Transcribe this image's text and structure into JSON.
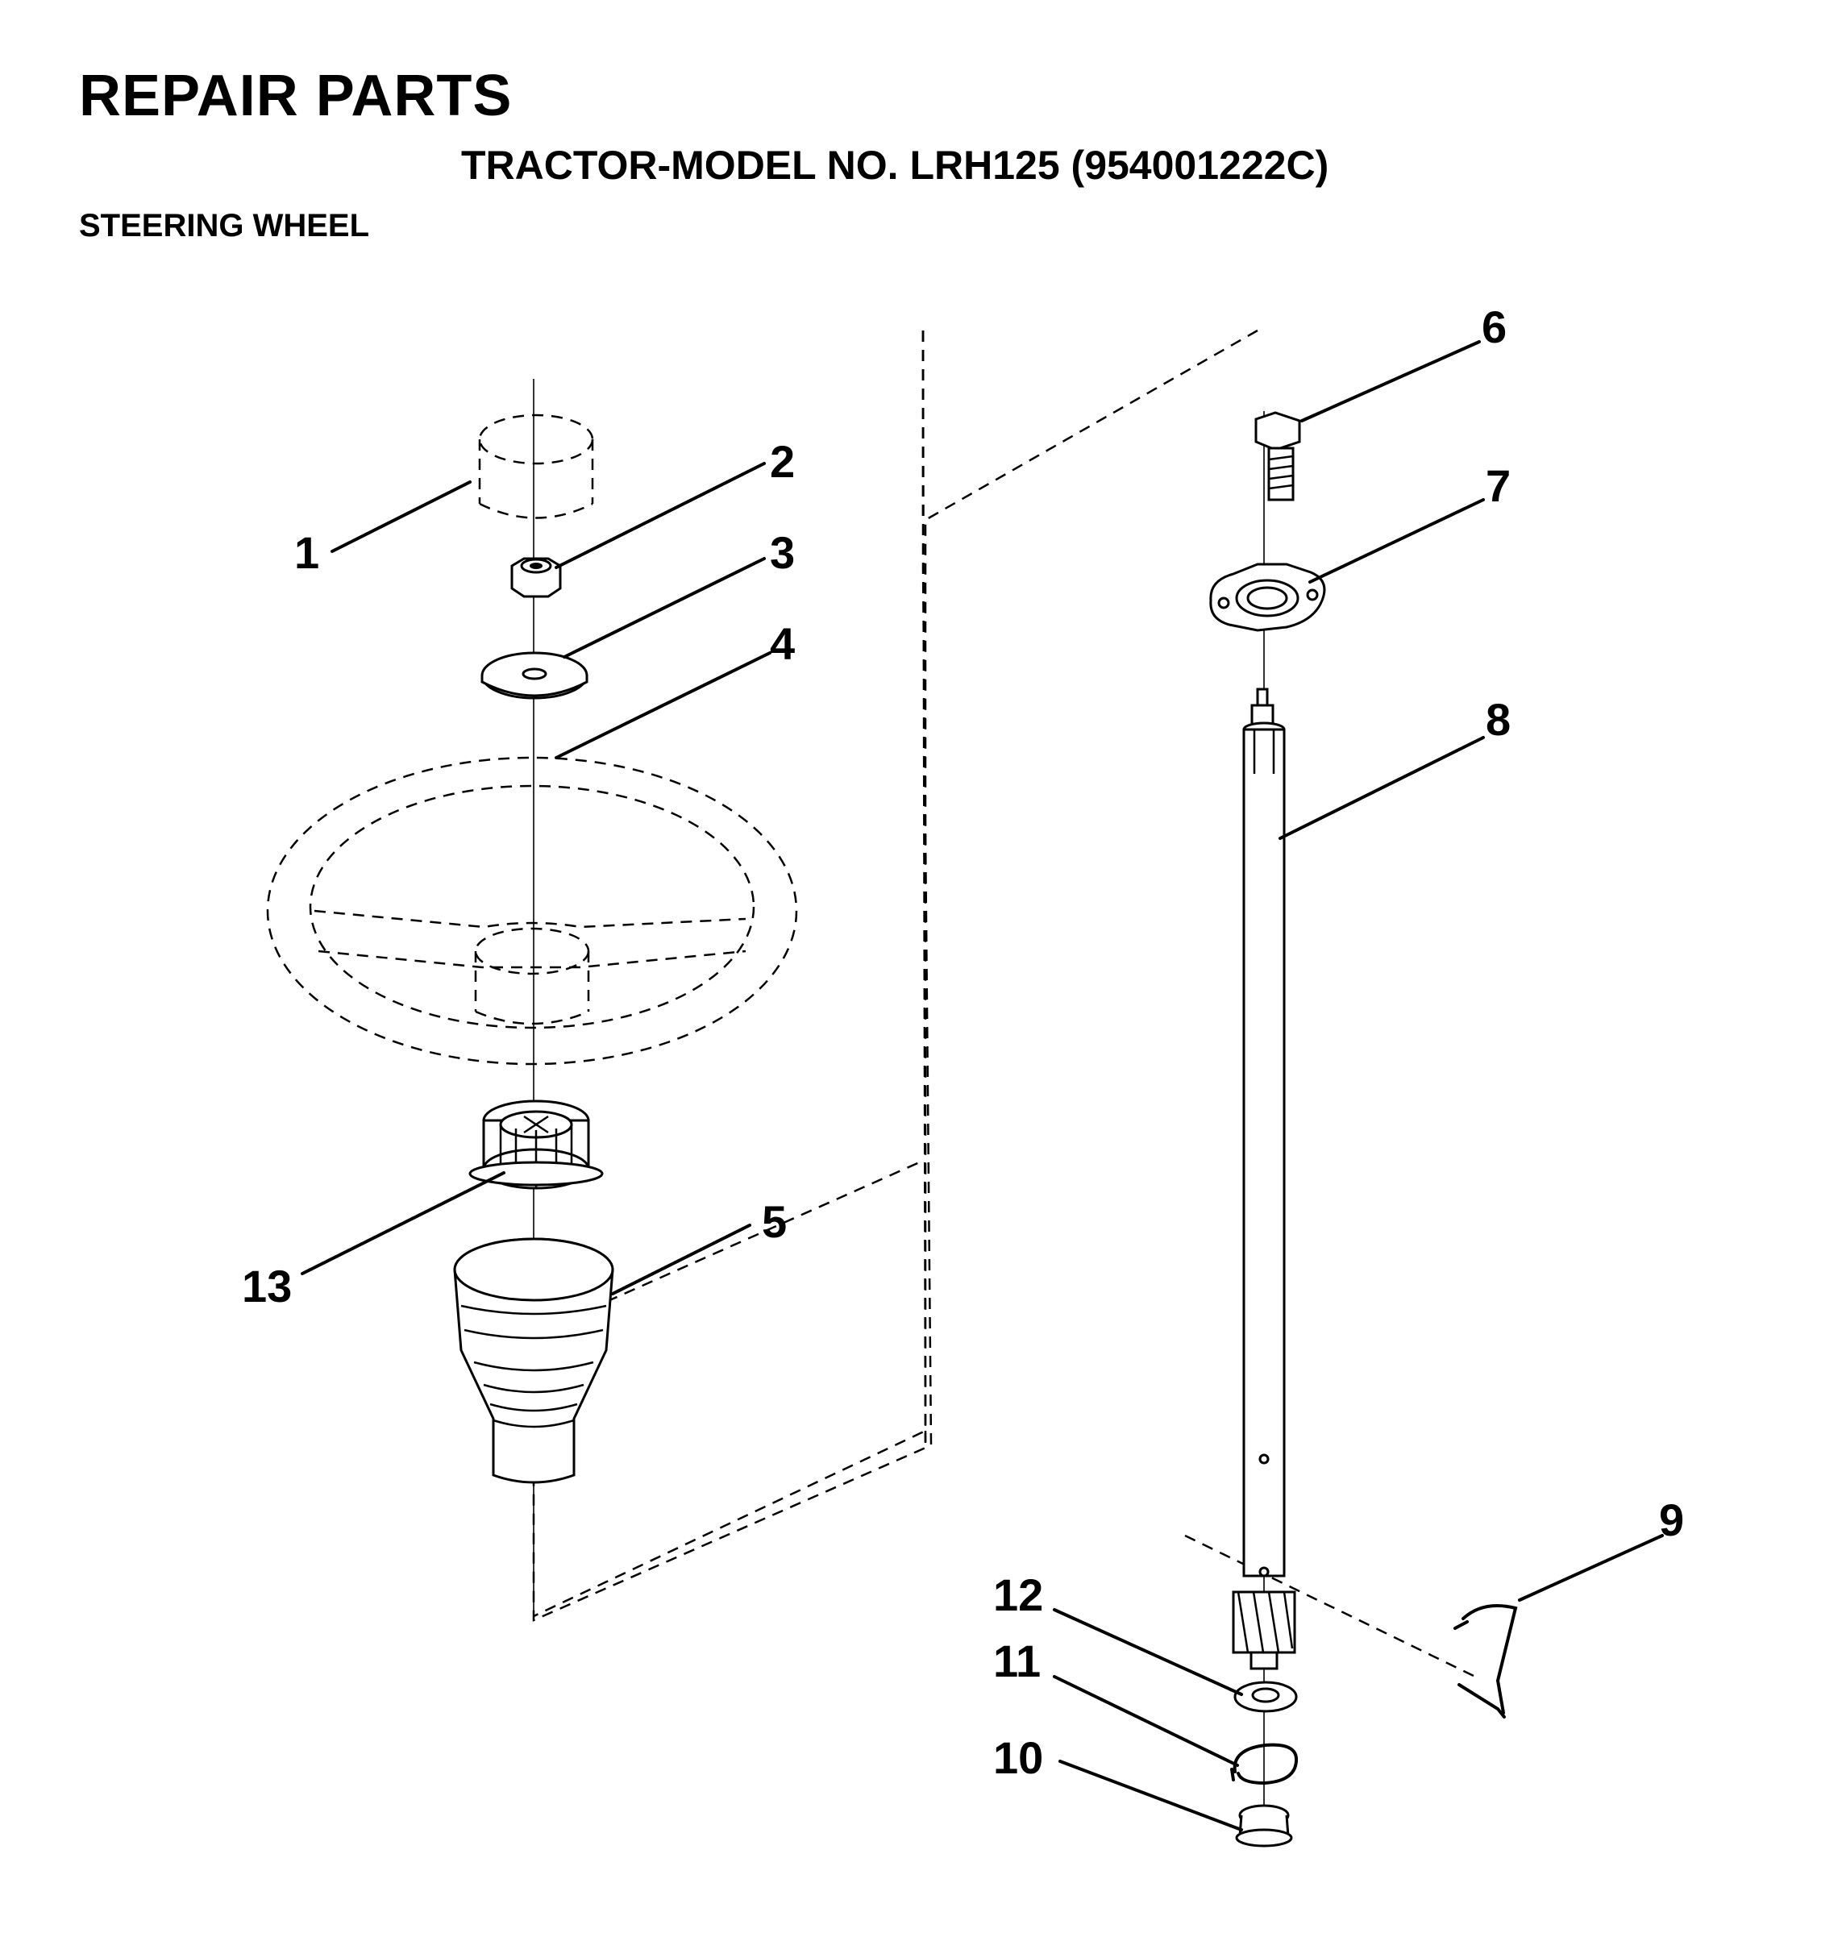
{
  "header": {
    "title": "REPAIR PARTS",
    "model": "TRACTOR-MODEL NO. LRH125 (954001222C)",
    "section": "STEERING WHEEL"
  },
  "callouts": {
    "c1": "1",
    "c2": "2",
    "c3": "3",
    "c4": "4",
    "c5": "5",
    "c6": "6",
    "c7": "7",
    "c8": "8",
    "c9": "9",
    "c10": "10",
    "c11": "11",
    "c12": "12",
    "c13": "13"
  }
}
